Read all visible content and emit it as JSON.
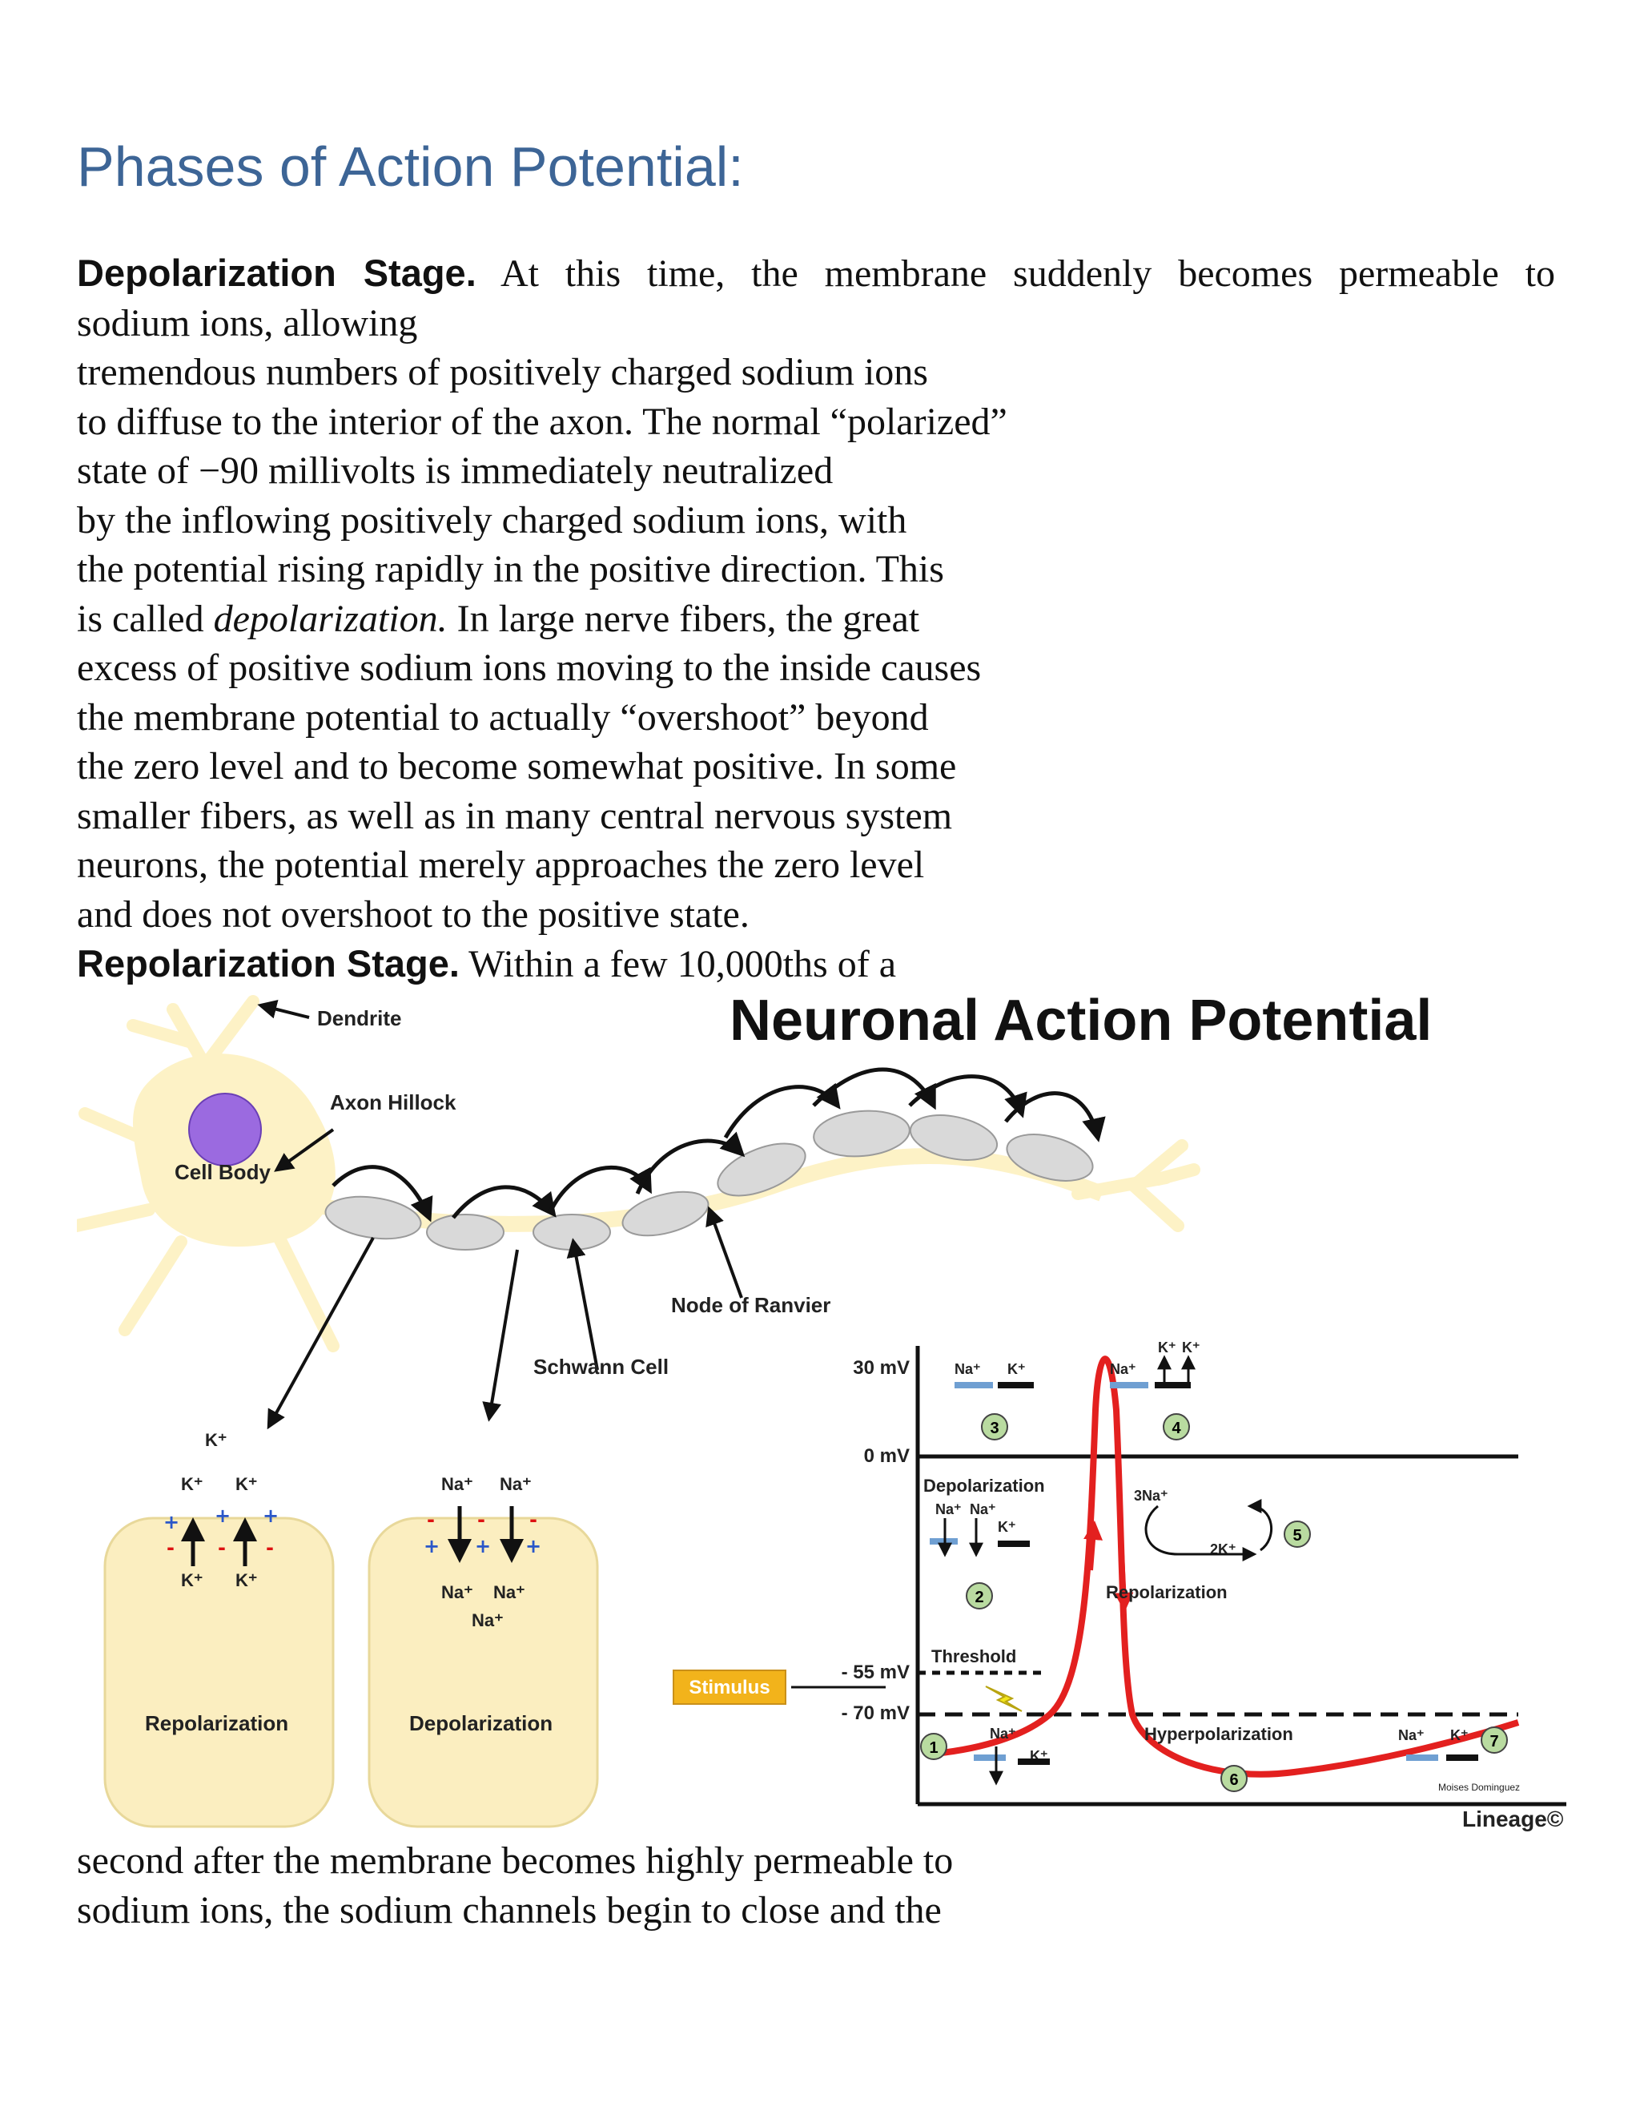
{
  "heading": "Phases of  Action Potential:",
  "paragraph1": {
    "term": "Depolarization  Stage.",
    "first_line_rest": "At this time, the membrane suddenly becomes permeable to",
    "lines": [
      "sodium ions, allowing",
      "tremendous numbers of positively charged sodium ions",
      "to diffuse to the interior of the axon. The normal “polarized”",
      "state of −90 millivolts is immediately neutralized",
      "by the inflowing positively charged sodium ions, with",
      "the potential rising rapidly in the positive direction. This"
    ],
    "line_italic_prefix": "is called ",
    "line_italic_word": "depolarization.",
    "line_italic_suffix": " In large nerve fibers, the great",
    "lines_after": [
      "excess of positive sodium ions moving to the inside causes",
      "the membrane potential to actually “overshoot” beyond",
      "the zero level and to become somewhat positive. In some",
      "smaller fibers, as well as in many central nervous system",
      "neurons, the potential merely approaches the zero level",
      "and does not overshoot to the positive state."
    ]
  },
  "paragraph2": {
    "term": "Repolarization  Stage.",
    "first_line_rest": "Within a few 10,000ths of a",
    "continuation": [
      "second after the membrane becomes highly permeable to",
      "sodium ions, the sodium channels begin to close and the"
    ]
  },
  "figure": {
    "title": "Neuronal Action Potential",
    "neuron_labels": {
      "dendrite": "Dendrite",
      "axon_hillock": "Axon Hillock",
      "cell_body": "Cell Body",
      "node_of_ranvier": "Node of Ranvier",
      "schwann_cell": "Schwann Cell"
    },
    "boxes": {
      "left_label": "Repolarization",
      "right_label": "Depolarization",
      "k_top": "K⁺",
      "k_pair": "K⁺",
      "na_pair": "Na⁺",
      "na_bottom": "Na⁺"
    },
    "graph": {
      "y_labels": [
        "30 mV",
        "0 mV",
        "- 55 mV",
        "- 70 mV"
      ],
      "stimulus": "Stimulus",
      "threshold": "Threshold",
      "depolarization": "Depolarization",
      "repolarization": "Repolarization",
      "hyperpolarization": "Hyperpolarization",
      "na_ion": "Na⁺",
      "k_ion": "K⁺",
      "three_na": "3Na⁺",
      "two_k": "2K⁺",
      "steps": [
        "1",
        "2",
        "3",
        "4",
        "5",
        "6",
        "7"
      ],
      "author": "Moises Dominguez",
      "credit": "Lineage©"
    },
    "colors": {
      "curve": "#e3201f",
      "box_fill": "#fbeec0",
      "cell_fill": "#fdf2c6",
      "nucleus": "#9b6ae0",
      "myelin": "#d9d9d9",
      "stimulus": "#f2b31b",
      "step_circle": "#b9dba0",
      "na_channel": "#6f9fd2"
    }
  }
}
